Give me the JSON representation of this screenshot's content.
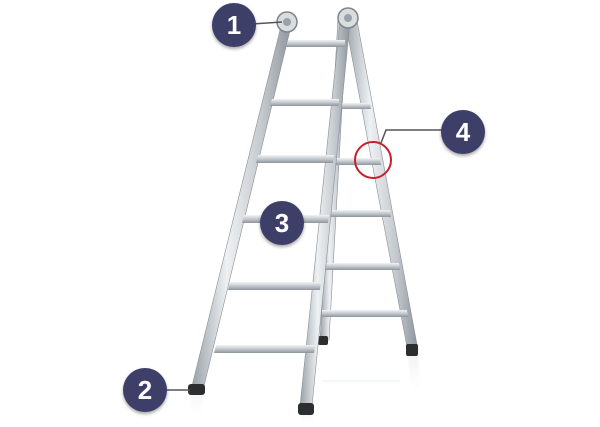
{
  "callouts": [
    {
      "number": "1"
    },
    {
      "number": "2"
    },
    {
      "number": "3"
    },
    {
      "number": "4"
    }
  ],
  "colors": {
    "callout_fill": "#3d3f68",
    "callout_text": "#ffffff",
    "highlight_ring": "#c8202a",
    "aluminium": "#c9ced3",
    "leader_line": "#555555"
  }
}
